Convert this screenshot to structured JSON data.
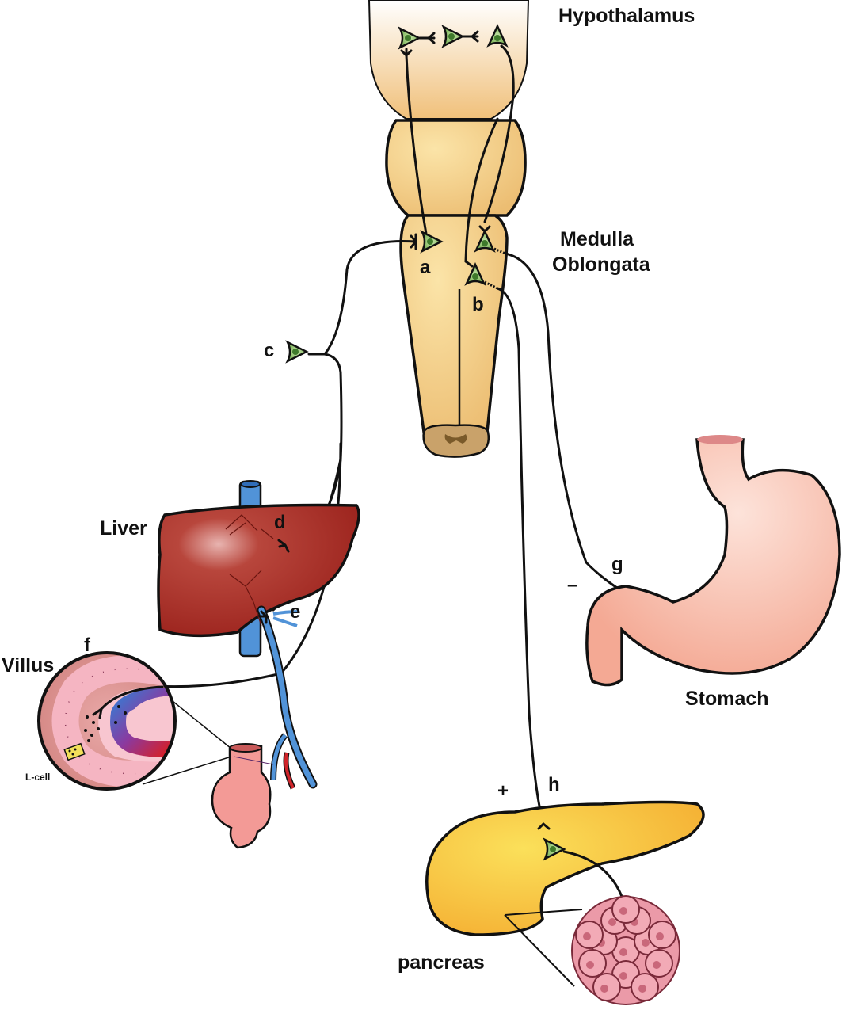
{
  "title": "Gut-brain neural circuits",
  "labels": {
    "hypothalamus": "Hypothalamus",
    "medulla_line1": "Medulla",
    "medulla_line2": "Oblongata",
    "liver": "Liver",
    "villus": "Villus",
    "l_cell": "L-cell",
    "stomach": "Stomach",
    "pancreas": "pancreas"
  },
  "markers": {
    "a": "a",
    "b": "b",
    "c": "c",
    "d": "d",
    "e": "e",
    "f": "f",
    "g": "g",
    "h": "h",
    "minus": "–",
    "plus": "+"
  },
  "colors": {
    "brain": "#f0c480",
    "neuron": "#8cc16b",
    "liver": "#a82a22",
    "vein": "#4a8ad6",
    "artery": "#d0242a",
    "stomach": "#f6b1a0",
    "intestine": "#f39a96",
    "pancreas": "#f7b436",
    "islet": "#eb9aa8"
  }
}
